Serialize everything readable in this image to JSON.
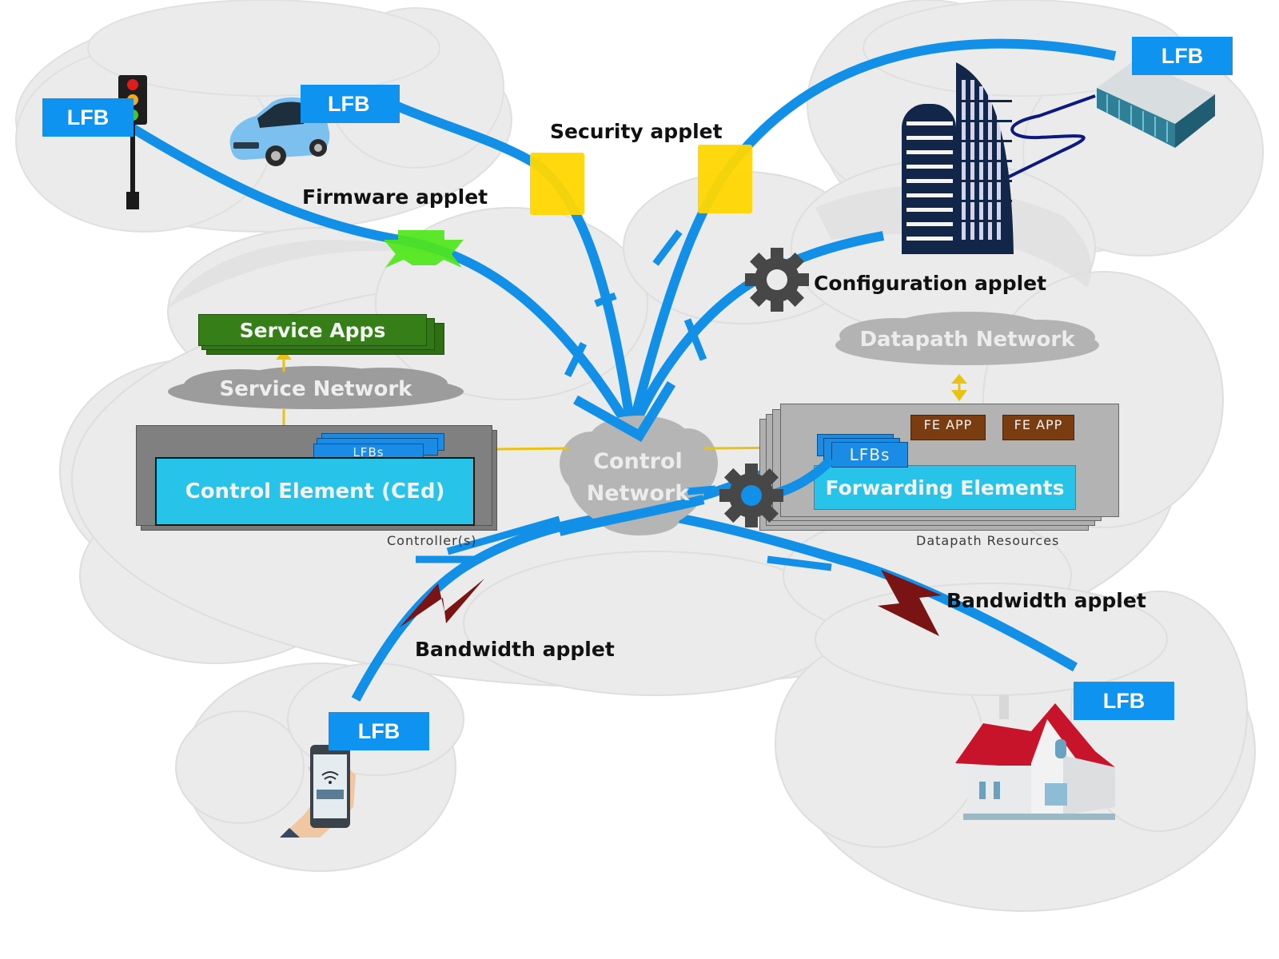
{
  "diagram": {
    "colors": {
      "background": "#ffffff",
      "cloud_fill": "#ebebeb",
      "cloud_edge": "#dcdcdc",
      "connection_blue": "#1290e8",
      "lfb_blue": "#0f93f0",
      "control_element_cyan": "#27c3e9",
      "service_apps_green": "#367e18",
      "fe_app_brown": "#7a3d12",
      "arrow_yellow": "#e9c30f",
      "security_applet_yellow": "#ffd700",
      "firmware_applet_green": "#4ee619",
      "bandwidth_applet_red": "#7a1414",
      "gear_gray": "#474747",
      "container_gray": "#7f7f7f",
      "datapath_gray": "#b3b3b3"
    },
    "endpoints": {
      "traffic_light": {
        "lfb_label": "LFB",
        "icon": "traffic-light-icon"
      },
      "car": {
        "lfb_label": "LFB",
        "icon": "car-icon"
      },
      "office_building": {
        "lfb_label": "LFB",
        "icon": "office-building-icon"
      },
      "data_center": {
        "icon": "data-center-icon"
      },
      "smartphone": {
        "lfb_label": "LFB",
        "icon": "smartphone-icon"
      },
      "house": {
        "lfb_label": "LFB",
        "icon": "house-icon"
      }
    },
    "applets": {
      "firmware": "Firmware applet",
      "security": "Security applet",
      "configuration": "Configuration applet",
      "bandwidth_left": "Bandwidth applet",
      "bandwidth_right": "Bandwidth applet"
    },
    "controller": {
      "service_apps": "Service Apps",
      "service_network": "Service Network",
      "lfbs": "LFBs",
      "control_element": "Control Element (CEd)",
      "caption": "Controller(s)"
    },
    "control_network": {
      "line1": "Control",
      "line2": "Network"
    },
    "datapath": {
      "network": "Datapath Network",
      "fe_app_1": "FE APP",
      "fe_app_2": "FE APP",
      "lfbs": "LFBs",
      "forwarding_elements": "Forwarding Elements",
      "caption": "Datapath Resources"
    }
  }
}
